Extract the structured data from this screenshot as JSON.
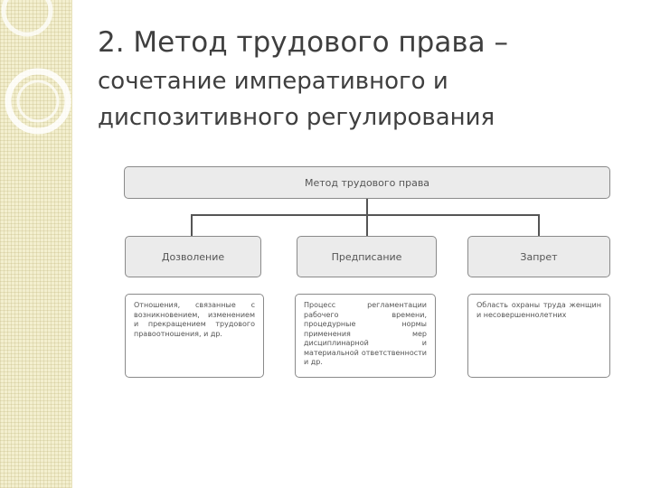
{
  "slide": {
    "title_line1": "2. Метод трудового права –",
    "title_line2": "сочетание императивного и",
    "title_line3": "диспозитивного регулирования"
  },
  "diagram": {
    "root": "Метод трудового права",
    "branches": [
      {
        "label": "Дозволение",
        "description": "Отношения, связанные с возникновением, изменением и прекращением трудового правоотношения, и др."
      },
      {
        "label": "Предписание",
        "description": "Процесс регламентации рабочего времени, процедурные нормы применения мер дисциплинарной и материальной ответственности и др."
      },
      {
        "label": "Запрет",
        "description": "Область охраны труда женщин и несовершеннолетних"
      }
    ]
  },
  "colors": {
    "side_band": "#f3efcf",
    "box_fill": "#ebebeb",
    "box_border": "#8a8a8a"
  }
}
